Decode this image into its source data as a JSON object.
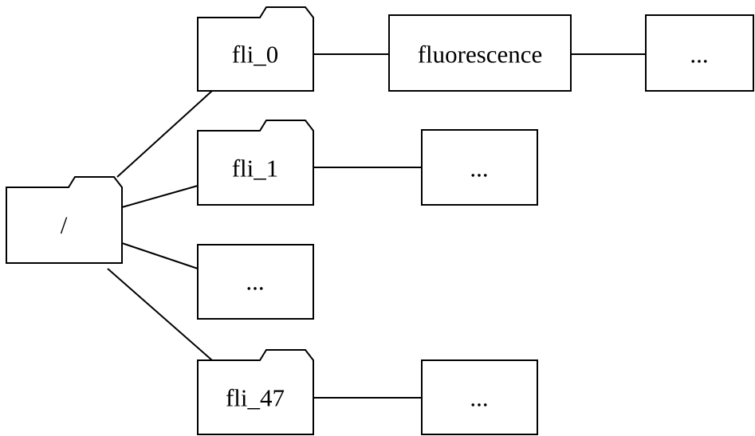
{
  "nodes": {
    "root": {
      "label": "/",
      "kind": "folder"
    },
    "fli_0": {
      "label": "fli_0",
      "kind": "folder"
    },
    "fli_1": {
      "label": "fli_1",
      "kind": "folder"
    },
    "ellipsis_group": {
      "label": "...",
      "kind": "box"
    },
    "fli_47": {
      "label": "fli_47",
      "kind": "folder"
    },
    "fluorescence": {
      "label": "fluorescence",
      "kind": "box"
    },
    "fli_0_more": {
      "label": "...",
      "kind": "box"
    },
    "fli_1_more": {
      "label": "...",
      "kind": "box"
    },
    "fli_47_more": {
      "label": "...",
      "kind": "box"
    }
  },
  "edges": [
    {
      "from": "root",
      "to": "fli_0"
    },
    {
      "from": "root",
      "to": "fli_1"
    },
    {
      "from": "root",
      "to": "ellipsis_group"
    },
    {
      "from": "root",
      "to": "fli_47"
    },
    {
      "from": "fli_0",
      "to": "fluorescence"
    },
    {
      "from": "fluorescence",
      "to": "fli_0_more"
    },
    {
      "from": "fli_1",
      "to": "fli_1_more"
    },
    {
      "from": "fli_47",
      "to": "fli_47_more"
    }
  ]
}
